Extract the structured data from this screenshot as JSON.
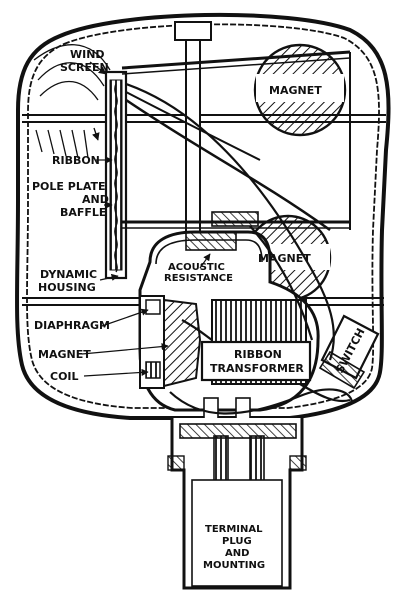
{
  "labels": {
    "wind_screen_l1": "WIND",
    "wind_screen_l2": "SCREEN",
    "magnet_top": "MAGNET",
    "ribbon": "RIBBON",
    "pole_plate_l1": "POLE PLATE",
    "pole_plate_l2": "AND",
    "pole_plate_l3": "BAFFLE",
    "magnet_mid": "MAGNET",
    "acoustic_l1": "ACOUSTIC",
    "acoustic_l2": "RESISTANCE",
    "dynamic_l1": "DYNAMIC",
    "dynamic_l2": "HOUSING",
    "diaphragm": "DIAPHRAGM",
    "magnet_left": "MAGNET",
    "coil": "COIL",
    "transformer_l1": "RIBBON",
    "transformer_l2": "TRANSFORMER",
    "switch": "SWITCH",
    "terminal_l1": "TERMINAL",
    "terminal_l2": "PLUG",
    "terminal_l3": "AND",
    "terminal_l4": "MOUNTING"
  }
}
